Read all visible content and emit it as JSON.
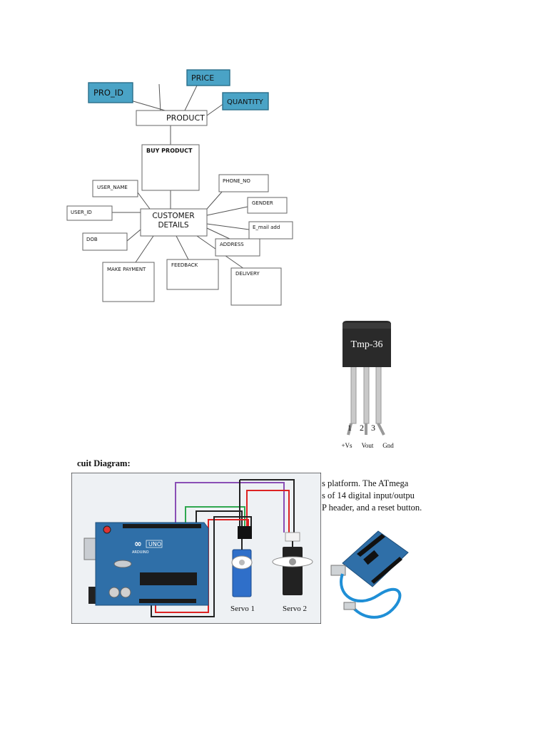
{
  "er_diagram": {
    "product": "PRODUCT",
    "pro_id": "PRO_ID",
    "price": "PRICE",
    "quantity": "QUANTITY",
    "buy_product": "BUY PRODUCT",
    "customer_details_line1": "CUSTOMER",
    "customer_details_line2": "DETAILS",
    "user_name": "USER_NAME",
    "user_id": "USER_ID",
    "dob": "DOB",
    "phone_no": "PHONE_NO",
    "gender": "GENDER",
    "email": "E_mail add",
    "address": "ADDRESS",
    "make_payment": "MAKE PAYMENT",
    "feedback": "FEEDBACK",
    "delivery": "DELIVERY"
  },
  "sensor": {
    "label": "Tmp-36",
    "pin_numbers": [
      "1",
      "2",
      "3"
    ],
    "pin_names": [
      "+Vs",
      "Vout",
      "Gnd"
    ]
  },
  "circuit": {
    "heading": "cuit Diagram:",
    "board_brand": "ARDUINO",
    "board_model": "UNO",
    "servo1": "Servo 1",
    "servo2": "Servo 2",
    "description_lines": [
      "s platform. The ATmega",
      "s of 14 digital input/outpu",
      "P header, and a reset button."
    ]
  },
  "colors": {
    "er_highlight": "#4aa3c6",
    "board": "#2f6fa8",
    "wire_purple": "#8a4fb5",
    "wire_green": "#2fa84f",
    "wire_red": "#d22",
    "wire_black": "#222",
    "cable": "#1f8fd6"
  }
}
